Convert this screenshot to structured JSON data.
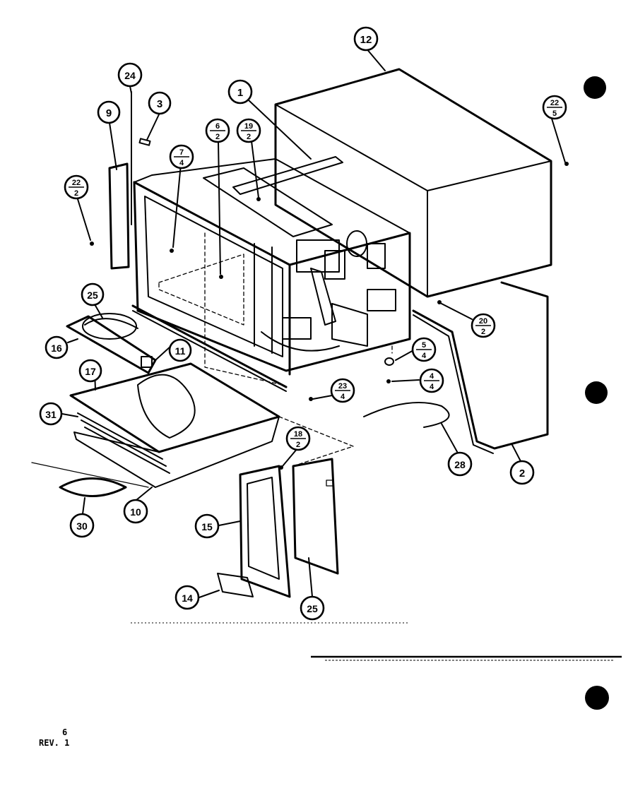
{
  "callouts": [
    {
      "id": "c1",
      "top": "1"
    },
    {
      "id": "c2",
      "top": "2"
    },
    {
      "id": "c3",
      "top": "3"
    },
    {
      "id": "c4",
      "top": "4",
      "bottom": "4"
    },
    {
      "id": "c5",
      "top": "5",
      "bottom": "4"
    },
    {
      "id": "c6",
      "top": "6",
      "bottom": "2"
    },
    {
      "id": "c7",
      "top": "7",
      "bottom": "4"
    },
    {
      "id": "c9",
      "top": "9"
    },
    {
      "id": "c10",
      "top": "10"
    },
    {
      "id": "c11",
      "top": "11"
    },
    {
      "id": "c12",
      "top": "12"
    },
    {
      "id": "c14",
      "top": "14"
    },
    {
      "id": "c15",
      "top": "15"
    },
    {
      "id": "c16",
      "top": "16"
    },
    {
      "id": "c17",
      "top": "17"
    },
    {
      "id": "c18",
      "top": "18",
      "bottom": "2"
    },
    {
      "id": "c19",
      "top": "19",
      "bottom": "2"
    },
    {
      "id": "c20",
      "top": "20",
      "bottom": "2"
    },
    {
      "id": "c22a",
      "top": "22",
      "bottom": "5"
    },
    {
      "id": "c22b",
      "top": "22",
      "bottom": "2"
    },
    {
      "id": "c23",
      "top": "23",
      "bottom": "4"
    },
    {
      "id": "c24",
      "top": "24"
    },
    {
      "id": "c25a",
      "top": "25"
    },
    {
      "id": "c25b",
      "top": "25"
    },
    {
      "id": "c28",
      "top": "28"
    },
    {
      "id": "c30",
      "top": "30"
    },
    {
      "id": "c31",
      "top": "31"
    }
  ],
  "footer": {
    "page": "6",
    "rev": "REV. 1"
  }
}
